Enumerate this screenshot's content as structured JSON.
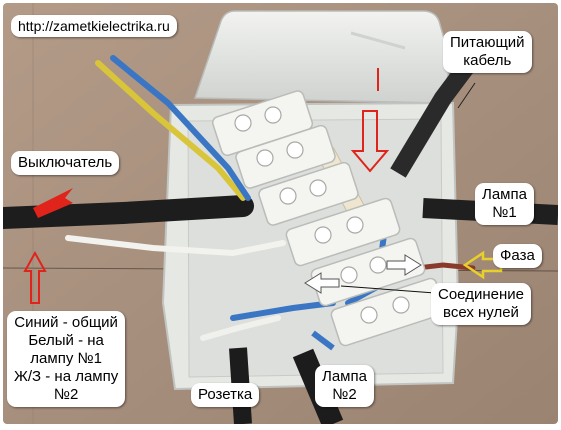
{
  "watermark_url": "http://zametkielectrika.ru",
  "labels": {
    "supply_cable": [
      "Питающий",
      "кабель"
    ],
    "switch": "Выключатель",
    "lamp1": [
      "Лампа",
      "№1"
    ],
    "phase": "Фаза",
    "neutral_junction": [
      "Соединение",
      "всех нулей"
    ],
    "legend": [
      "Синий - общий",
      "Белый - на",
      "лампу №1",
      "Ж/З - на лампу",
      "№2"
    ],
    "socket": "Розетка",
    "lamp2": [
      "Лампа",
      "№2"
    ]
  },
  "colors": {
    "wall": "#a78f7c",
    "box": "#e9ebe7",
    "arrow_red": "#e0241c",
    "arrow_yellow": "#e8cf2a",
    "wire_blue": "#3a76c4",
    "wire_yellow": "#d9c53a"
  }
}
